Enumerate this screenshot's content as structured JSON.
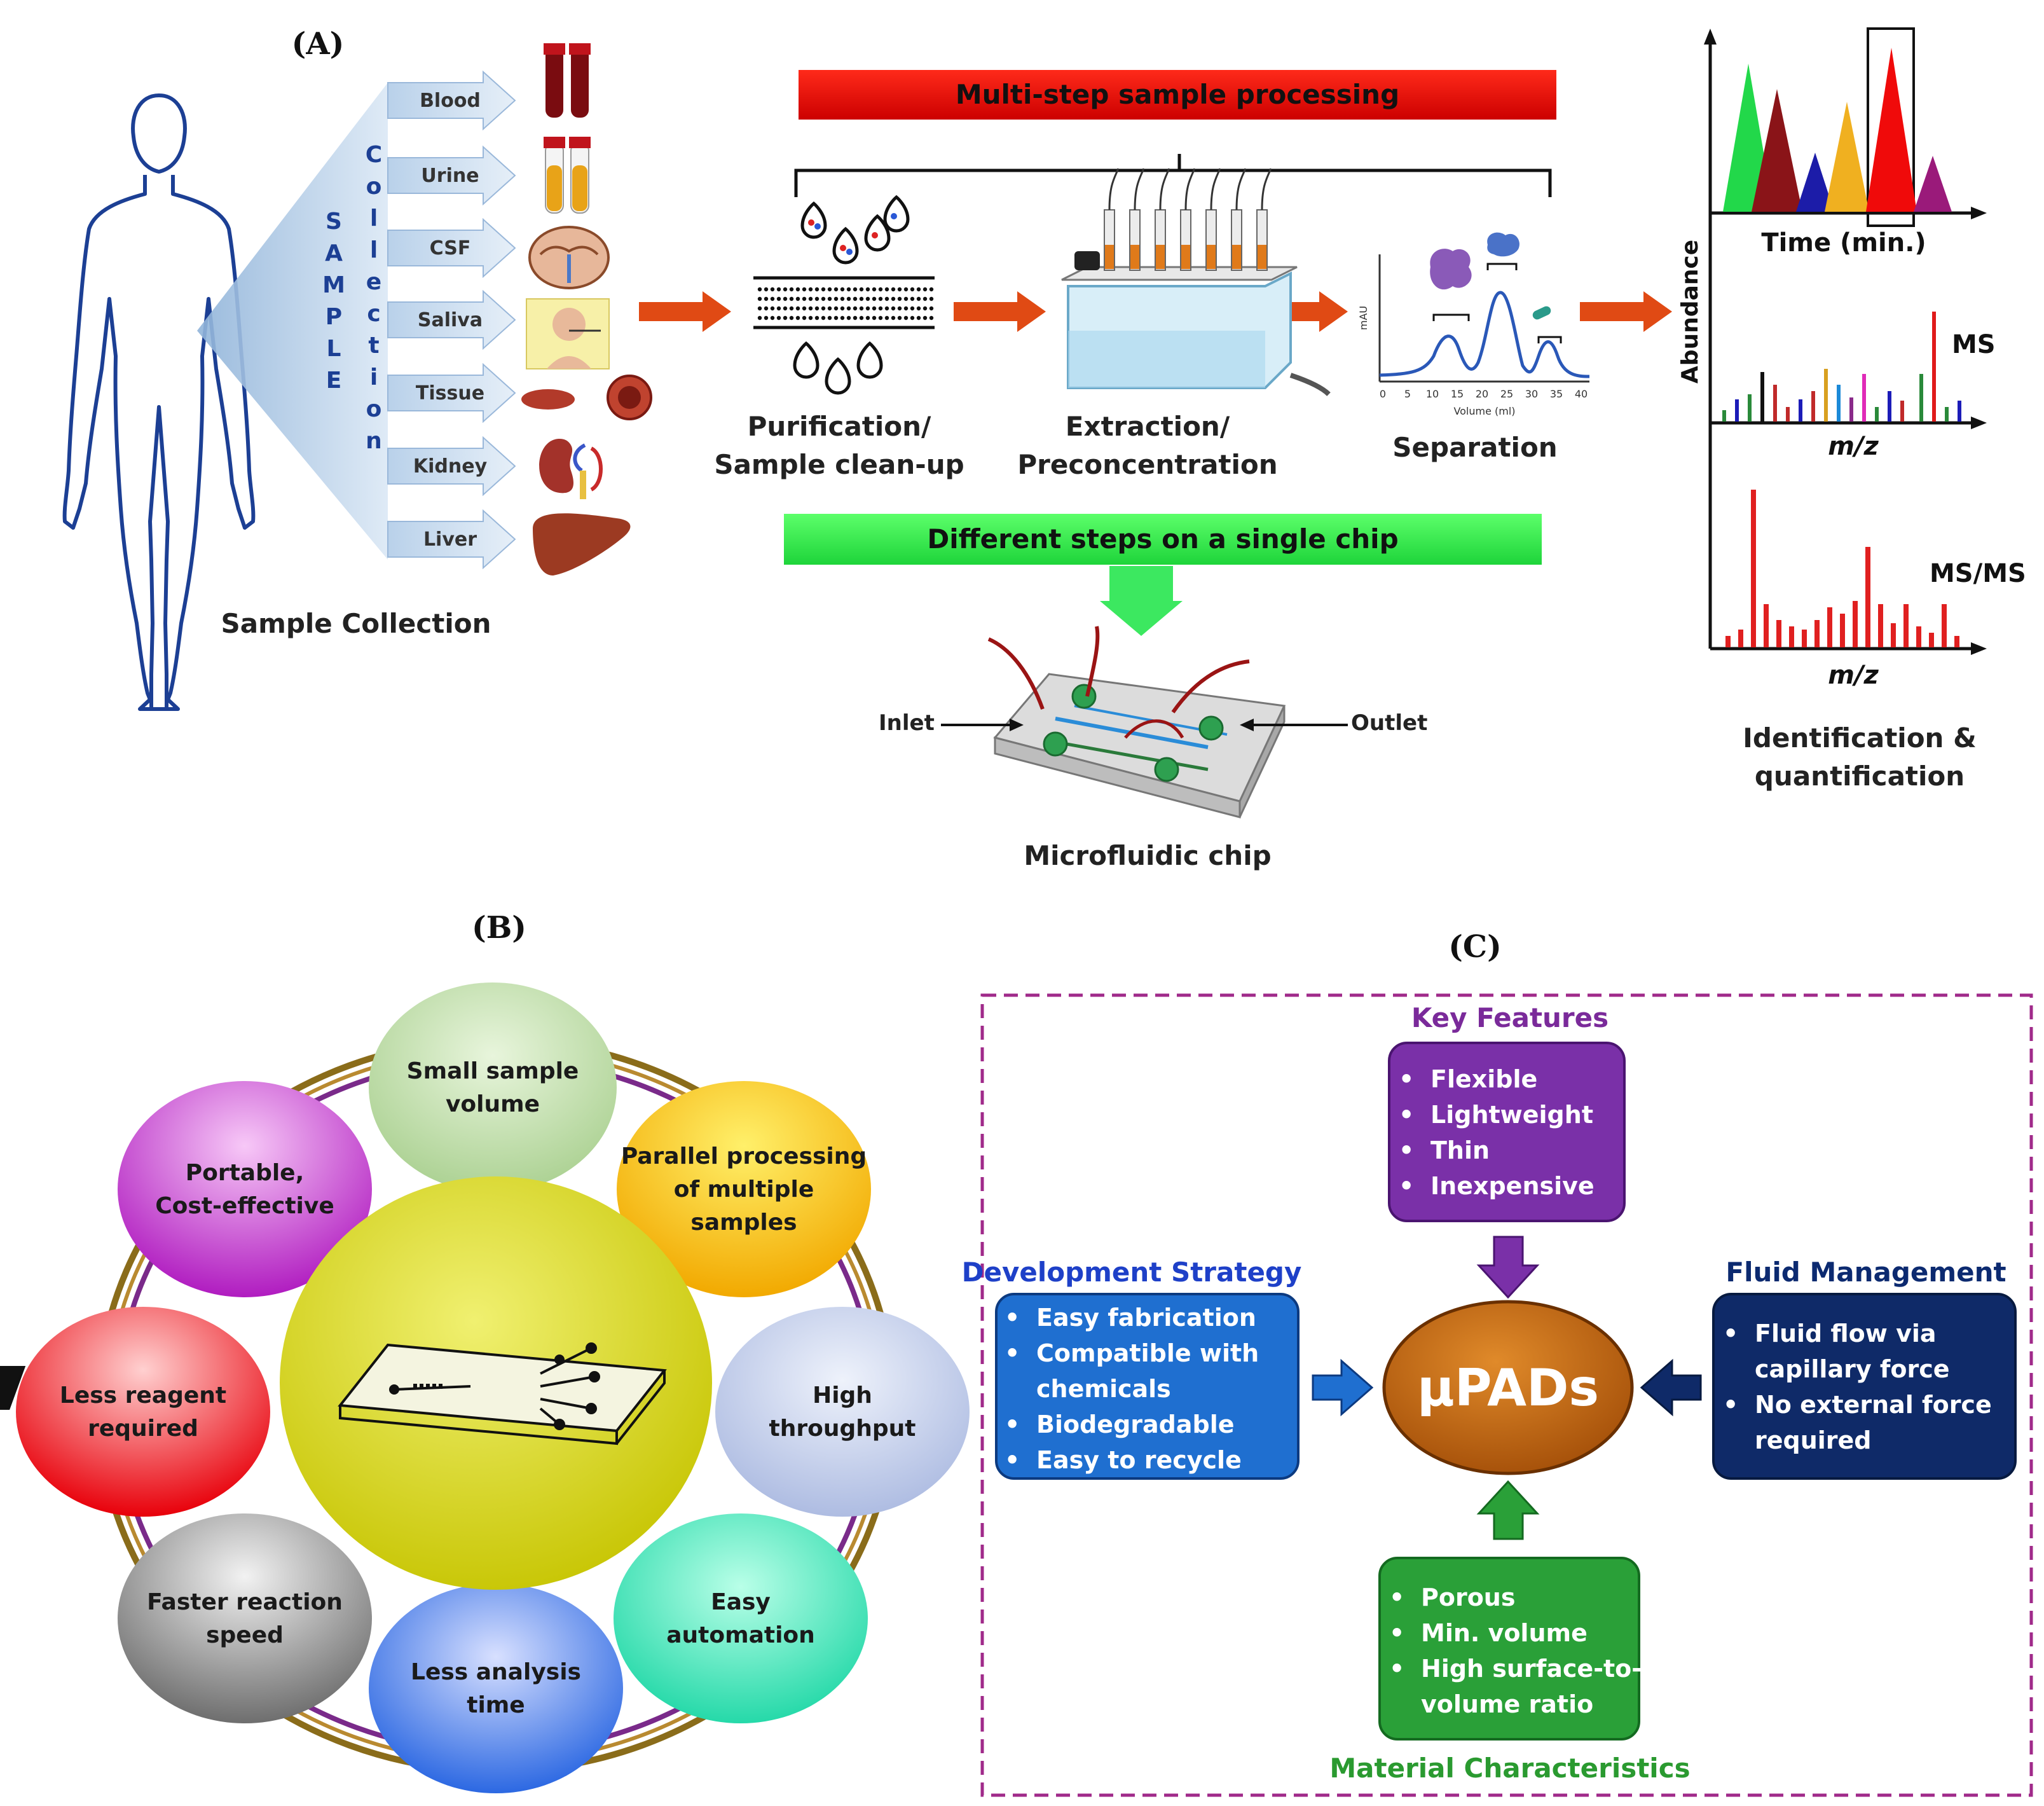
{
  "panelA": {
    "label": "(A)",
    "sample_vertical": "SAMPLE",
    "collection_vertical": "Collection",
    "sample_types": [
      "Blood",
      "Urine",
      "CSF",
      "Saliva",
      "Tissue",
      "Kidney",
      "Liver"
    ],
    "sample_collection_caption": "Sample Collection",
    "multi_step_banner": "Multi-step sample processing",
    "steps": [
      "Purification/",
      "Sample clean-up",
      "Extraction/",
      "Preconcentration",
      "Separation"
    ],
    "chromatogram": {
      "ylabel": "mAU",
      "xlabel": "Volume (ml)",
      "ticks": [
        "0",
        "5",
        "10",
        "15",
        "20",
        "25",
        "30",
        "35",
        "40"
      ]
    },
    "single_chip_banner": "Different steps on a single chip",
    "inlet_label": "Inlet",
    "outlet_label": "Outlet",
    "chip_caption": "Microfluidic chip",
    "ms": {
      "time_label": "Time (min.)",
      "abundance_label": "Abundance",
      "ms_label": "MS",
      "msms_label": "MS/MS",
      "mz_label_1": "m/z",
      "mz_label_2": "m/z",
      "identification_line1": "Identification &",
      "identification_line2": "quantification"
    }
  },
  "panelB": {
    "label": "(B)",
    "bubbles": [
      {
        "line1": "Small sample",
        "line2": "volume",
        "line3": ""
      },
      {
        "line1": "Parallel processing",
        "line2": "of multiple",
        "line3": "samples"
      },
      {
        "line1": "High",
        "line2": "throughput",
        "line3": ""
      },
      {
        "line1": "Easy",
        "line2": "automation",
        "line3": ""
      },
      {
        "line1": "Less analysis",
        "line2": "time",
        "line3": ""
      },
      {
        "line1": "Faster reaction",
        "line2": "speed",
        "line3": ""
      },
      {
        "line1": "Less reagent",
        "line2": "required",
        "line3": ""
      },
      {
        "line1": "Portable,",
        "line2": "Cost-effective",
        "line3": ""
      }
    ]
  },
  "panelC": {
    "label": "(C)",
    "center": "µPADs",
    "key_features": {
      "title": "Key Features",
      "items": [
        "Flexible",
        "Lightweight",
        "Thin",
        "Inexpensive"
      ]
    },
    "development_strategy": {
      "title": "Development Strategy",
      "lines": [
        "Easy fabrication",
        "Compatible with",
        "chemicals",
        "Biodegradable",
        "Easy to recycle"
      ]
    },
    "fluid_management": {
      "title": "Fluid Management",
      "lines": [
        "Fluid flow via",
        "capillary force",
        "No external force",
        "required"
      ]
    },
    "material_characteristics": {
      "title": "Material Characteristics",
      "lines": [
        "Porous",
        "Min. volume",
        "High surface-to-",
        "volume ratio"
      ]
    }
  }
}
